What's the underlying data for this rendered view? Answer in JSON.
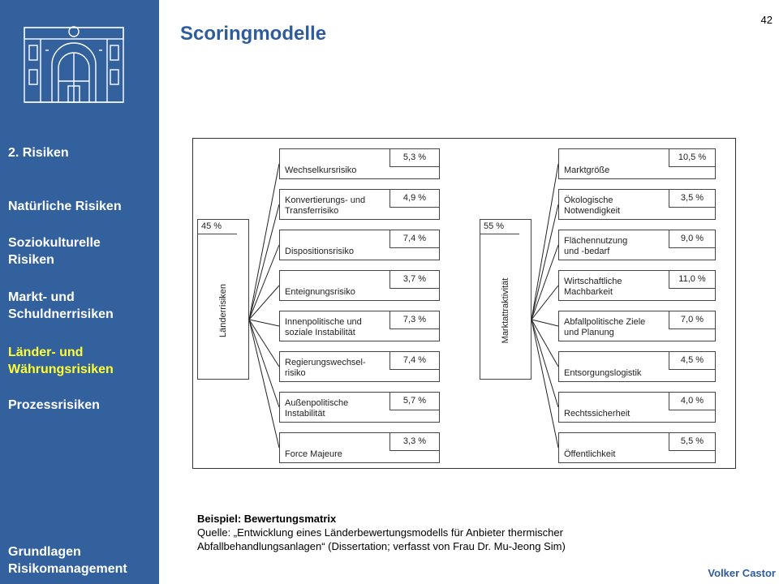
{
  "page_number": "42",
  "title": "Scoringmodelle",
  "sidebar": {
    "items": [
      {
        "lines": [
          "2. Risiken"
        ],
        "active": false
      },
      {
        "lines": [
          "Natürliche Risiken"
        ],
        "active": false
      },
      {
        "lines": [
          "Soziokulturelle",
          "Risiken"
        ],
        "active": false
      },
      {
        "lines": [
          "Markt- und",
          "Schuldnerrisiken"
        ],
        "active": false
      },
      {
        "lines": [
          "Länder- und",
          "Währungsrisiken"
        ],
        "active": true
      },
      {
        "lines": [
          "Prozessrisiken"
        ],
        "active": false
      }
    ],
    "footer": {
      "lines": [
        "Grundlagen",
        "Risikomanagement"
      ]
    },
    "colors": {
      "background": "#33619e",
      "text": "#ffffff",
      "active": "#ffff33"
    }
  },
  "diagram": {
    "left": {
      "percent": "45 %",
      "label": "Länderrisiken",
      "items": [
        {
          "lines": [
            "Wechselkursrisiko"
          ],
          "percent": "5,3 %"
        },
        {
          "lines": [
            "Konvertierungs- und",
            "Transferrisiko"
          ],
          "percent": "4,9 %"
        },
        {
          "lines": [
            "Dispositionsrisiko"
          ],
          "percent": "7,4 %"
        },
        {
          "lines": [
            "Enteignungsrisiko"
          ],
          "percent": "3,7 %"
        },
        {
          "lines": [
            "Innenpolitische und",
            "soziale Instabilität"
          ],
          "percent": "7,3 %"
        },
        {
          "lines": [
            "Regierungswechsel-",
            "risiko"
          ],
          "percent": "7,4 %"
        },
        {
          "lines": [
            "Außenpolitische",
            "Instabilität"
          ],
          "percent": "5,7 %"
        },
        {
          "lines": [
            "Force Majeure"
          ],
          "percent": "3,3 %"
        }
      ]
    },
    "right": {
      "percent": "55 %",
      "label": "Marktattraktivität",
      "items": [
        {
          "lines": [
            "Marktgröße"
          ],
          "percent": "10,5 %"
        },
        {
          "lines": [
            "Ökologische",
            "Notwendigkeit"
          ],
          "percent": "3,5 %"
        },
        {
          "lines": [
            "Flächennutzung",
            "und -bedarf"
          ],
          "percent": "9,0 %"
        },
        {
          "lines": [
            "Wirtschaftliche",
            "Machbarkeit"
          ],
          "percent": "11,0 %"
        },
        {
          "lines": [
            "Abfallpolitische Ziele",
            "und Planung"
          ],
          "percent": "7,0 %"
        },
        {
          "lines": [
            "Entsorgungslogistik"
          ],
          "percent": "4,5 %"
        },
        {
          "lines": [
            "Rechtssicherheit"
          ],
          "percent": "4,0 %"
        },
        {
          "lines": [
            "Öffentlichkeit"
          ],
          "percent": "5,5 %"
        }
      ]
    }
  },
  "caption": {
    "title": "Beispiel: Bewertungsmatrix",
    "lines": [
      "Quelle: „Entwicklung eines Länderbewertungsmodells für Anbieter thermischer",
      "Abfallbehandlungsanlagen“ (Dissertation; verfasst von Frau Dr. Mu-Jeong Sim)"
    ]
  },
  "author": "Volker Castor",
  "colors": {
    "title": "#2e5c9c",
    "author": "#2e5c9c"
  }
}
